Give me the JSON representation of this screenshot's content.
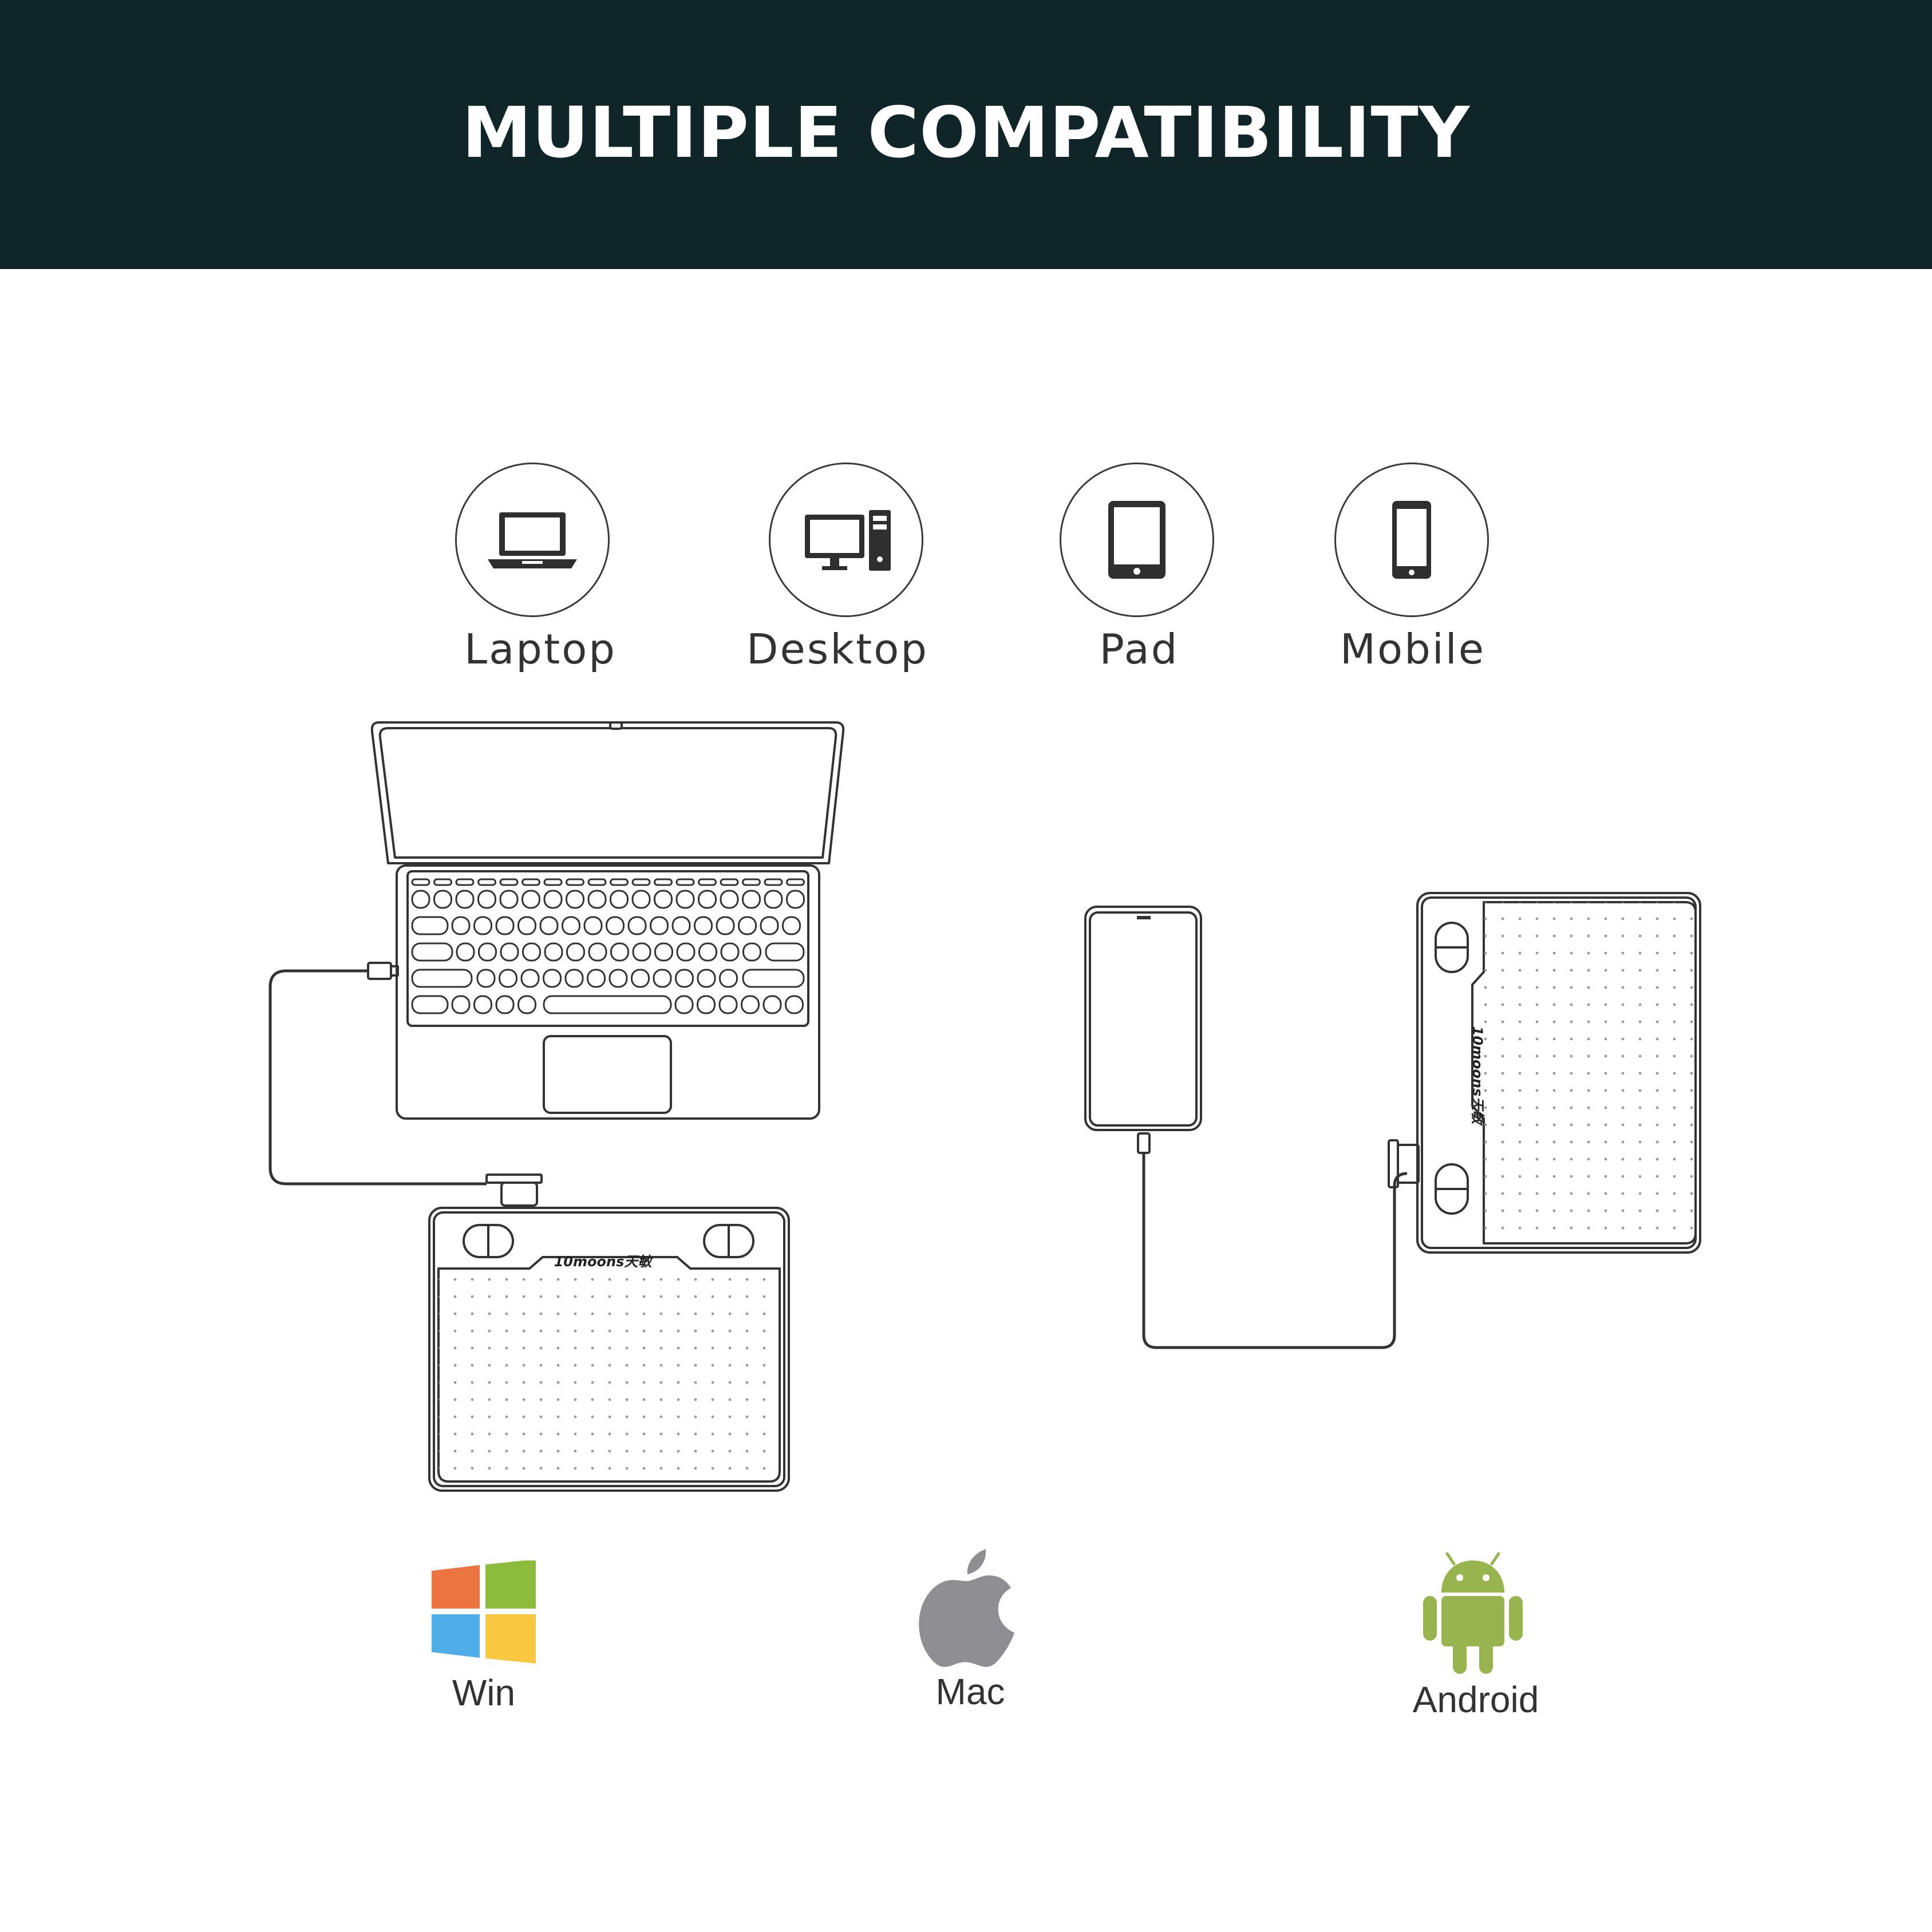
{
  "header": {
    "title": "MULTIPLE COMPATIBILITY"
  },
  "devices": [
    {
      "label": "Laptop",
      "icon": "laptop-icon"
    },
    {
      "label": "Desktop",
      "icon": "desktop-icon"
    },
    {
      "label": "Pad",
      "icon": "tablet-icon"
    },
    {
      "label": "Mobile",
      "icon": "mobile-icon"
    }
  ],
  "illustration": {
    "brand": "10moons天敏"
  },
  "os": [
    {
      "label": "Win",
      "icon": "windows-logo-icon"
    },
    {
      "label": "Mac",
      "icon": "apple-logo-icon"
    },
    {
      "label": "Android",
      "icon": "android-logo-icon"
    }
  ],
  "colors": {
    "header_bg": "#102527",
    "header_text": "#ffffff",
    "windows": [
      "#EC7440",
      "#8DBB3C",
      "#4FADE8",
      "#F9C740"
    ],
    "apple": "#8E8E93",
    "android": "#97B44E"
  }
}
